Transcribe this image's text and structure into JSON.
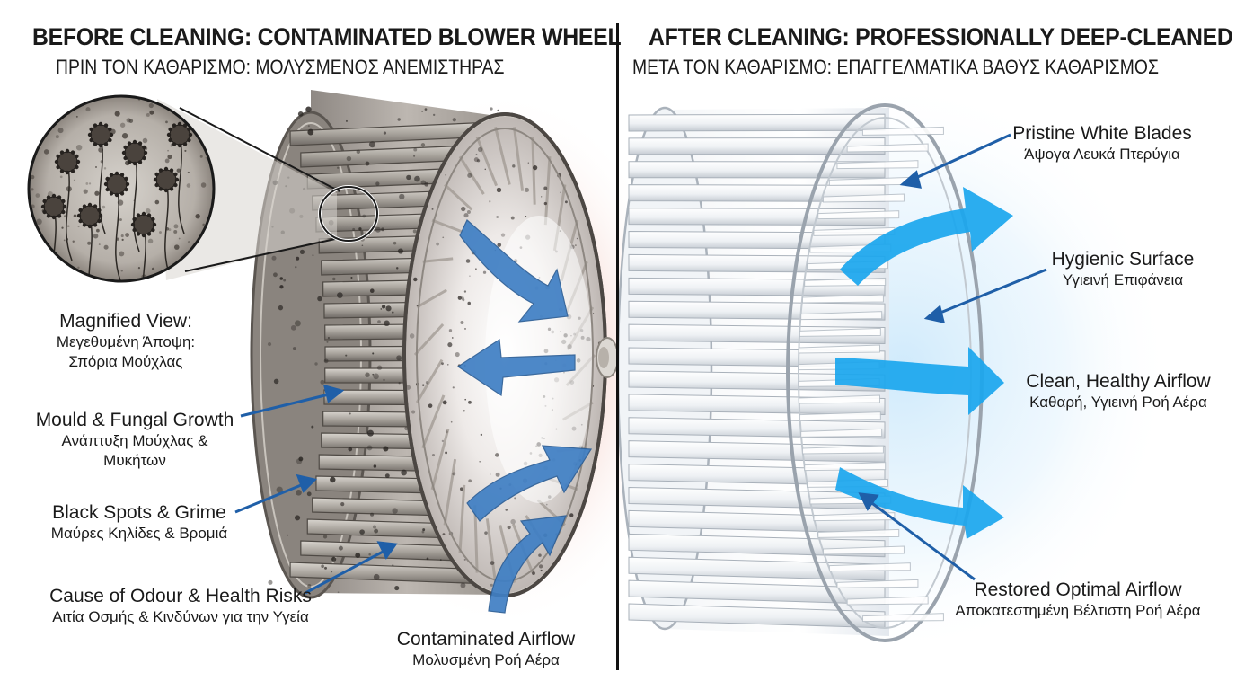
{
  "left": {
    "title": "BEFORE CLEANING: CONTAMINATED BLOWER WHEEL",
    "subtitle": "ΠΡΙΝ ΤΟΝ ΚΑΘΑΡΙΣΜΟ: ΜΟΛΥΣΜΕΝΟΣ ΑΝΕΜΙΣΤΗΡΑΣ",
    "labels": {
      "magnified": {
        "en": "Magnified View:",
        "gr1": "Μεγεθυμένη Άποψη:",
        "gr2": "Σπόρια Μούχλας"
      },
      "mould": {
        "en": "Mould & Fungal Growth",
        "gr1": "Ανάπτυξη Μούχλας &",
        "gr2": "Μυκήτων"
      },
      "spots": {
        "en": "Black Spots & Grime",
        "gr": "Μαύρες Κηλίδες & Βρομιά"
      },
      "odour": {
        "en": "Cause of Odour & Health Risks",
        "gr": "Αιτία Οσμής & Κινδύνων για την Υγεία"
      },
      "airflow": {
        "en": "Contaminated Airflow",
        "gr": "Μολυσμένη Ροή Αέρα"
      }
    }
  },
  "right": {
    "title": "AFTER CLEANING: PROFESSIONALLY DEEP-CLEANED",
    "subtitle": "ΜΕΤΑ ΤΟΝ ΚΑΘΑΡΙΣΜΟ: ΕΠΑΓΓΕΛΜΑΤΙΚΑ ΒΑΘΥΣ ΚΑΘΑΡΙΣΜΟΣ",
    "labels": {
      "blades": {
        "en": "Pristine White Blades",
        "gr": "Άψογα Λευκά Πτερύγια"
      },
      "hygienic": {
        "en": "Hygienic Surface",
        "gr": "Υγιεινή Επιφάνεια"
      },
      "clean": {
        "en": "Clean, Healthy Airflow",
        "gr": "Καθαρή, Υγιεινή Ροή Αέρα"
      },
      "restored": {
        "en": "Restored Optimal Airflow",
        "gr": "Αποκατεστημένη Βέλτιστη Ροή Αέρα"
      }
    }
  },
  "colors": {
    "pointer_arrow": "#1f5fa8",
    "dirty_airflow": "#3f7fc4",
    "clean_airflow": "#1aa6ee",
    "contamination_glow": "#f2b3a8",
    "clean_glow": "#d7eefc"
  },
  "icons": [
    "mould-spores-magnifier",
    "contaminated-blower-wheel",
    "clean-blower-wheel"
  ]
}
